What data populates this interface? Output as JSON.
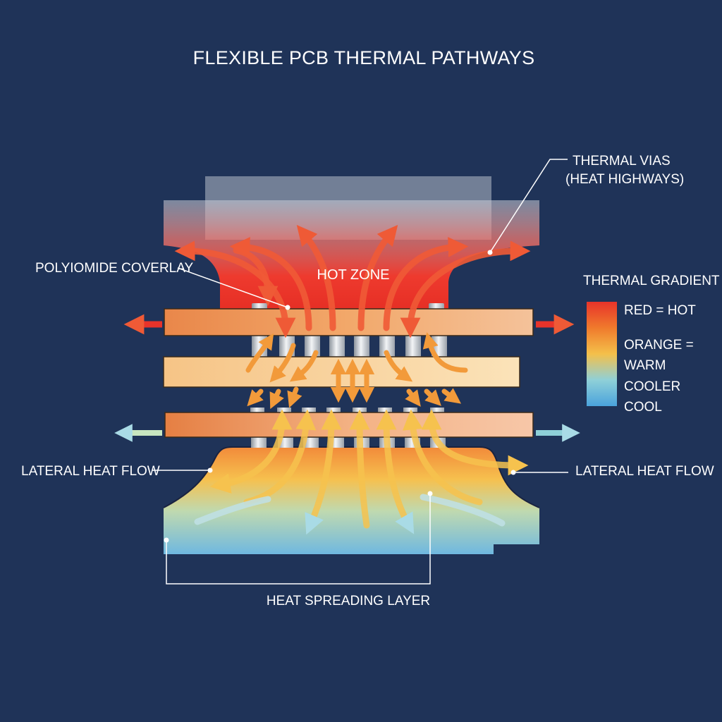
{
  "title": "FLEXIBLE PCB THERMAL PATHWAYS",
  "labels": {
    "thermal_vias_line1": "THERMAL VIAS",
    "thermal_vias_line2": "(HEAT HIGHWAYS)",
    "polyimide_coverlay": "POLYIOMIDE COVERLAY",
    "hot_zone": "HOT ZONE",
    "lateral_heat_flow_left": "LATERAL HEAT FLOW",
    "lateral_heat_flow_right": "LATERAL HEAT FLOW",
    "heat_spreading_layer": "HEAT SPREADING LAYER"
  },
  "legend": {
    "title": "THERMAL GRADIENT",
    "entries": [
      "RED = HOT",
      "ORANGE =",
      "WARM",
      "COOLER",
      "COOL"
    ],
    "colors": [
      "#e8332a",
      "#f07a2c",
      "#f4c04a",
      "#8fd0d8",
      "#4aa3dc"
    ]
  },
  "colors": {
    "background": "#1f3358",
    "hot": "#e8332a",
    "warm": "#f4a23a",
    "cool": "#7fc8dc"
  }
}
